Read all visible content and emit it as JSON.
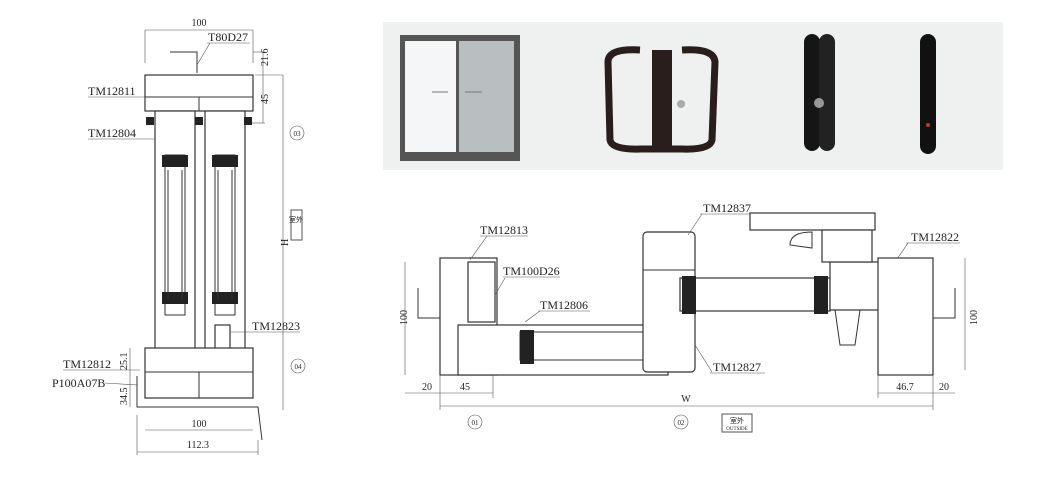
{
  "photo_strip": {
    "background": "#eef1ef",
    "items": [
      "sliding-window-photo",
      "double-handle-lock-photo",
      "side-handle-photo",
      "flush-handle-photo"
    ]
  },
  "vertical_section": {
    "dims": {
      "top_width": "100",
      "offset_top": "21.6",
      "head_height": "45",
      "height": "H",
      "sill_upper": "25.1",
      "sill_lower": "34.5",
      "bottom_width": "100",
      "overall_width": "112.3"
    },
    "labels": {
      "screen": "T80D27",
      "head": "TM12811",
      "sash": "TM12804",
      "interlock": "TM12823",
      "sill": "TM12812",
      "sill_cover": "P100A07B"
    },
    "markers": {
      "top": "03",
      "bottom": "04"
    },
    "outside_tag": "室外"
  },
  "horizontal_section": {
    "dims": {
      "left_height": "100",
      "right_height": "100",
      "left_offset": "20",
      "left_jamb": "45",
      "width": "W",
      "right_jamb": "46.7",
      "right_offset": "20"
    },
    "labels": {
      "jamb": "TM12813",
      "screen": "TM100D26",
      "sash": "TM12806",
      "interlock": "TM12837",
      "hook": "TM12822",
      "mullion": "TM12827"
    },
    "markers": {
      "left": "01",
      "middle": "02"
    },
    "outside_tag": {
      "cn": "室外",
      "en": "OUTSIDE"
    }
  }
}
